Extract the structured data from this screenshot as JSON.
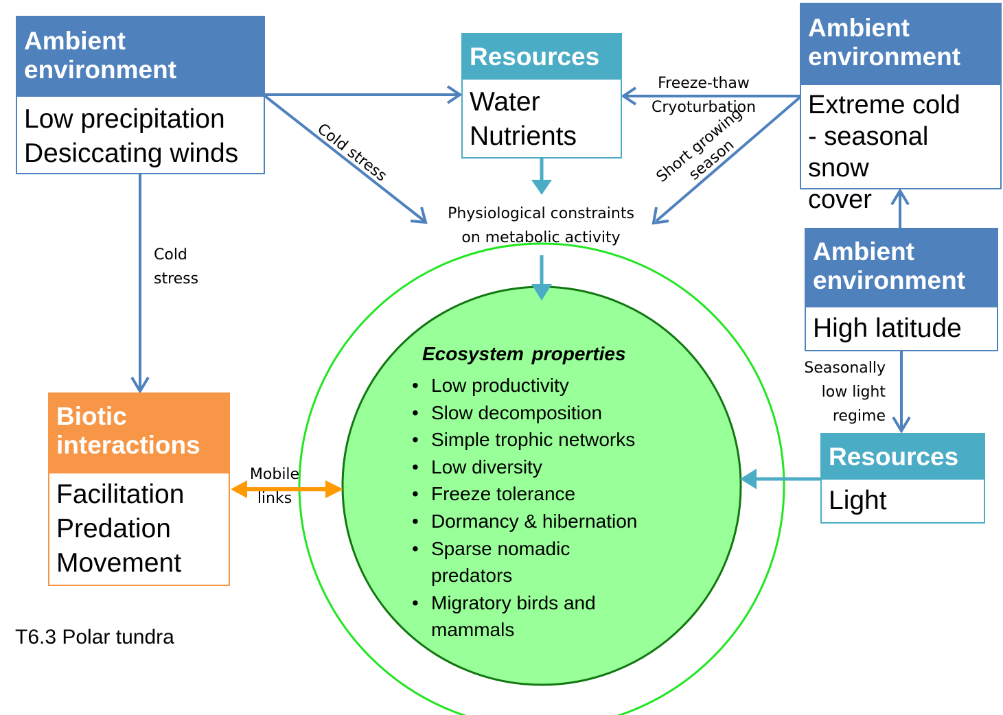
{
  "ambient_top_left": {
    "header": "Ambient environment",
    "lines": [
      "Low precipitation",
      "Desiccating winds"
    ]
  },
  "resources_top": {
    "header": "Resources",
    "lines": [
      "Water",
      "Nutrients"
    ]
  },
  "ambient_top_right": {
    "header": "Ambient environment",
    "lines": [
      "Extreme cold",
      "- seasonal snow",
      "cover"
    ]
  },
  "ambient_mid_right": {
    "header": "Ambient environment",
    "lines": [
      "High latitude"
    ]
  },
  "resources_right": {
    "header": "Resources",
    "lines": [
      "Light"
    ]
  },
  "biotic": {
    "header": "Biotic interactions",
    "lines": [
      "Facilitation",
      "Predation",
      "Movement"
    ]
  },
  "labels": {
    "freeze_thaw": "Freeze-thaw",
    "cryoturbation": "Cryoturbation",
    "cold_stress_diag": "Cold stress",
    "short_growing": "Short growing",
    "season": "season",
    "physio_1": "Physiological constraints",
    "physio_2": "on metabolic activity",
    "cold": "Cold",
    "stress": "stress",
    "seasonally": "Seasonally",
    "low_light": "low light",
    "regime": "regime",
    "mobile": "Mobile",
    "links": "links"
  },
  "ecosystem": {
    "title": "Ecosystem properties",
    "bullet": "•",
    "items": [
      "Low productivity",
      "Slow decomposition",
      "Simple trophic networks",
      "Low diversity",
      "Freeze tolerance",
      "Dormancy & hibernation",
      "Sparse nomadic predators",
      "Migratory birds and mammals"
    ]
  },
  "caption": "T6.3 Polar tundra",
  "colors": {
    "ambient": "#4f81bd",
    "resources": "#4bacc6",
    "biotic": "#f79646",
    "ecosystem_fill": "#99ff99",
    "ecosystem_ring": "#00ee00",
    "mobile_arrow": "#ff9900"
  }
}
